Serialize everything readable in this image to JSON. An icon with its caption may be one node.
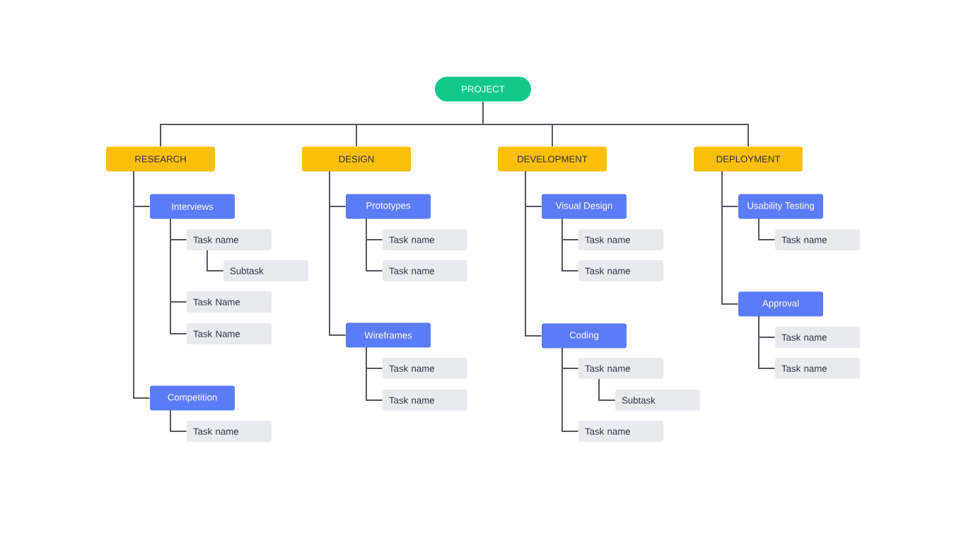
{
  "diagram": {
    "nodes": [
      {
        "text": [
          "PROJECT"
        ]
      },
      {
        "text": [
          "RESEARCH"
        ]
      },
      {
        "text": [
          "Interviews"
        ]
      },
      {
        "text": [
          "Task name"
        ]
      },
      {
        "text": [
          "Subtask"
        ]
      },
      {
        "text": [
          "Task Name"
        ]
      },
      {
        "text": [
          "Task Name"
        ]
      },
      {
        "text": [
          "Competition"
        ]
      },
      {
        "text": [
          "Task name"
        ]
      },
      {
        "text": [
          "DESIGN"
        ]
      },
      {
        "text": [
          "Prototypes"
        ]
      },
      {
        "text": [
          "Task name"
        ]
      },
      {
        "text": [
          "Task name"
        ]
      },
      {
        "text": [
          "Wireframes"
        ]
      },
      {
        "text": [
          "Task name"
        ]
      },
      {
        "text": [
          "Task name"
        ]
      },
      {
        "text": [
          "DEVELOPMENT"
        ]
      },
      {
        "text": [
          "Visual Design"
        ]
      },
      {
        "text": [
          "Task name"
        ]
      },
      {
        "text": [
          "Task name"
        ]
      },
      {
        "text": [
          "Coding"
        ]
      },
      {
        "text": [
          "Task name"
        ]
      },
      {
        "text": [
          "Subtask"
        ]
      },
      {
        "text": [
          "Task name"
        ]
      },
      {
        "text": [
          "DEPLOYMENT"
        ]
      },
      {
        "text": [
          "Usability Testing"
        ]
      },
      {
        "text": [
          "Task name"
        ]
      },
      {
        "text": [
          "Approval"
        ]
      },
      {
        "text": [
          "Task name"
        ]
      },
      {
        "text": [
          "Task name"
        ]
      }
    ],
    "edges": [
      {
        "from": 0,
        "to": 1,
        "arrow": "none"
      },
      {
        "from": 0,
        "to": 9,
        "arrow": "none"
      },
      {
        "from": 0,
        "to": 16,
        "arrow": "none"
      },
      {
        "from": 0,
        "to": 24,
        "arrow": "none"
      },
      {
        "from": 1,
        "to": 2,
        "arrow": "none"
      },
      {
        "from": 2,
        "to": 3,
        "arrow": "none"
      },
      {
        "from": 3,
        "to": 4,
        "arrow": "none"
      },
      {
        "from": 2,
        "to": 5,
        "arrow": "none"
      },
      {
        "from": 2,
        "to": 6,
        "arrow": "none"
      },
      {
        "from": 1,
        "to": 7,
        "arrow": "none"
      },
      {
        "from": 7,
        "to": 8,
        "arrow": "none"
      },
      {
        "from": 9,
        "to": 10,
        "arrow": "none"
      },
      {
        "from": 10,
        "to": 11,
        "arrow": "none"
      },
      {
        "from": 10,
        "to": 12,
        "arrow": "none"
      },
      {
        "from": 9,
        "to": 13,
        "arrow": "none"
      },
      {
        "from": 13,
        "to": 14,
        "arrow": "none"
      },
      {
        "from": 13,
        "to": 15,
        "arrow": "none"
      },
      {
        "from": 16,
        "to": 17,
        "arrow": "none"
      },
      {
        "from": 17,
        "to": 18,
        "arrow": "none"
      },
      {
        "from": 17,
        "to": 19,
        "arrow": "none"
      },
      {
        "from": 16,
        "to": 20,
        "arrow": "none"
      },
      {
        "from": 20,
        "to": 21,
        "arrow": "none"
      },
      {
        "from": 21,
        "to": 22,
        "arrow": "none"
      },
      {
        "from": 20,
        "to": 23,
        "arrow": "none"
      },
      {
        "from": 24,
        "to": 25,
        "arrow": "none"
      },
      {
        "from": 25,
        "to": 26,
        "arrow": "none"
      },
      {
        "from": 24,
        "to": 27,
        "arrow": "none"
      },
      {
        "from": 27,
        "to": 28,
        "arrow": "none"
      },
      {
        "from": 27,
        "to": 29,
        "arrow": "none"
      }
    ]
  }
}
